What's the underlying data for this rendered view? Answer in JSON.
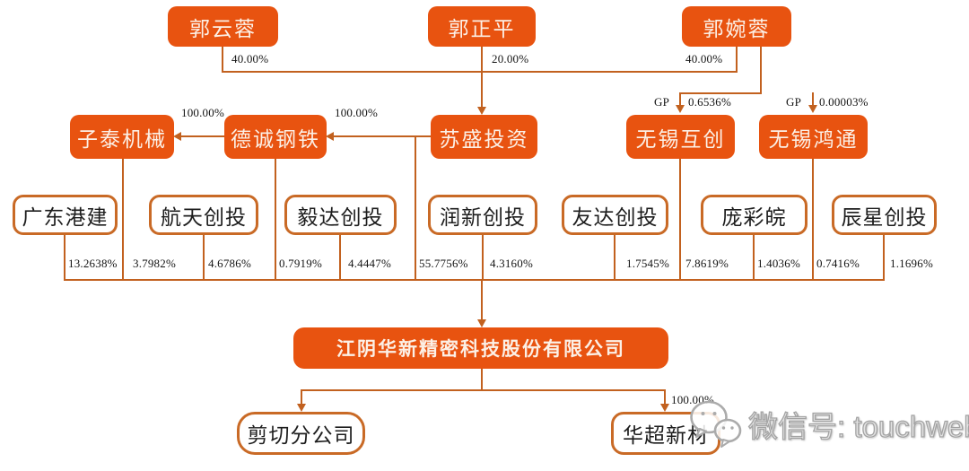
{
  "nodes": {
    "guo_yunrong": "郭云蓉",
    "guo_zhengping": "郭正平",
    "guo_wanrong": "郭婉蓉",
    "zitai_jixie": "子泰机械",
    "decheng_gangtie": "德诚钢铁",
    "susheng_touzi": "苏盛投资",
    "wuxi_huchuang": "无锡互创",
    "wuxi_hongtong": "无锡鸿通",
    "guangdong_gangjian": "广东港建",
    "hangtian_chuangtou": "航天创投",
    "yida_chuangtou": "毅达创投",
    "runxin_chuangtou": "润新创投",
    "youda_chuangtou": "友达创投",
    "pang_caiwan": "庞彩皖",
    "chenxing_chuangtou": "辰星创投",
    "main_company": "江阴华新精密科技股份有限公司",
    "jianqie_branch": "剪切分公司",
    "huachao_xincai": "华超新材"
  },
  "edge_labels": {
    "guo_yunrong_stake": "40.00%",
    "guo_zhengping_stake": "20.00%",
    "guo_wanrong_stake": "40.00%",
    "gp_label_1": "GP",
    "gp_stake_1": "0.6536%",
    "gp_label_2": "GP",
    "gp_stake_2": "0.00003%",
    "decheng_to_zitai": "100.00%",
    "susheng_to_decheng": "100.00%",
    "huachao_stake": "100.00%",
    "shareholder_stakes": [
      "13.2638%",
      "3.7982%",
      "4.6786%",
      "0.7919%",
      "4.4447%",
      "55.7756%",
      "4.3160%",
      "1.7545%",
      "7.8619%",
      "1.4036%",
      "0.7416%",
      "1.1696%"
    ]
  },
  "watermark": {
    "icon": "wechat-icon",
    "text": "微信号: touchweb"
  },
  "colors": {
    "node_fill": "#e85310",
    "node_outline": "#c96a26",
    "connector": "#c2611f",
    "label_text": "#141414",
    "watermark_gray": "#a3a3a3"
  }
}
